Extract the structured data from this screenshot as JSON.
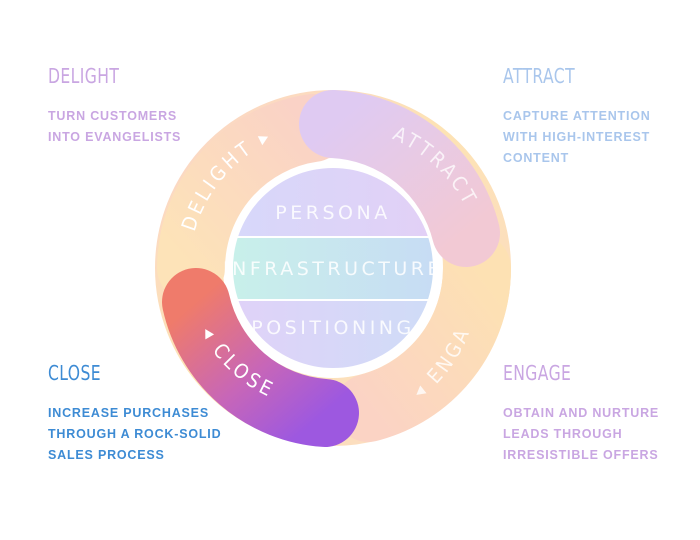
{
  "stages": {
    "delight": {
      "title": "DELIGHT",
      "lines": [
        "TURN CUSTOMERS",
        "INTO EVANGELISTS"
      ],
      "title_color": "#c9a6e2",
      "text_color": "#c9a6e2",
      "arc_label": "DELIGHT"
    },
    "attract": {
      "title": "ATTRACT",
      "lines": [
        "CAPTURE ATTENTION",
        "WITH HIGH-INTEREST",
        "CONTENT"
      ],
      "title_color": "#a9c6ec",
      "text_color": "#a9c6ec",
      "arc_label": "ATTRACT"
    },
    "close": {
      "title": "CLOSE",
      "lines": [
        "INCREASE PURCHASES",
        "THROUGH A ROCK-SOLID",
        "SALES PROCESS"
      ],
      "title_color": "#3d8bd4",
      "text_color": "#3d8bd4",
      "arc_label": "CLOSE"
    },
    "engage": {
      "title": "ENGAGE",
      "lines": [
        "OBTAIN AND NURTURE",
        "LEADS THROUGH",
        "IRRESISTIBLE OFFERS"
      ],
      "title_color": "#c9a6e2",
      "text_color": "#c9a6e2",
      "arc_label": "ENGAGE"
    }
  },
  "center": {
    "bands": [
      {
        "label": "PERSONA",
        "color": "#dcd3fb"
      },
      {
        "label": "INFRASTRUCTURE",
        "color": "#c9ecf0"
      },
      {
        "label": "POSITIONING",
        "color": "#dcd3fb"
      }
    ]
  },
  "colors": {
    "ring_peach": "#fcd7c6",
    "ring_lavender": "#e2cdf0",
    "ring_yellow": "#fde3b4",
    "close_gradient": [
      "#ef7b6b",
      "#9d58e0"
    ]
  }
}
